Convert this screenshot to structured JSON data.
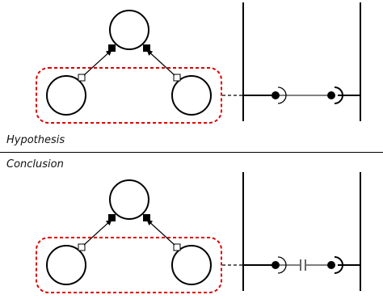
{
  "labels": {
    "hypothesis": "Hypothesis",
    "conclusion": "Conclusion"
  },
  "colors": {
    "line": "#000000",
    "group_border": "#e00000",
    "background": "#ffffff"
  },
  "panels": [
    {
      "name": "hypothesis",
      "wire": "plain"
    },
    {
      "name": "conclusion",
      "wire": "capacitor"
    }
  ]
}
